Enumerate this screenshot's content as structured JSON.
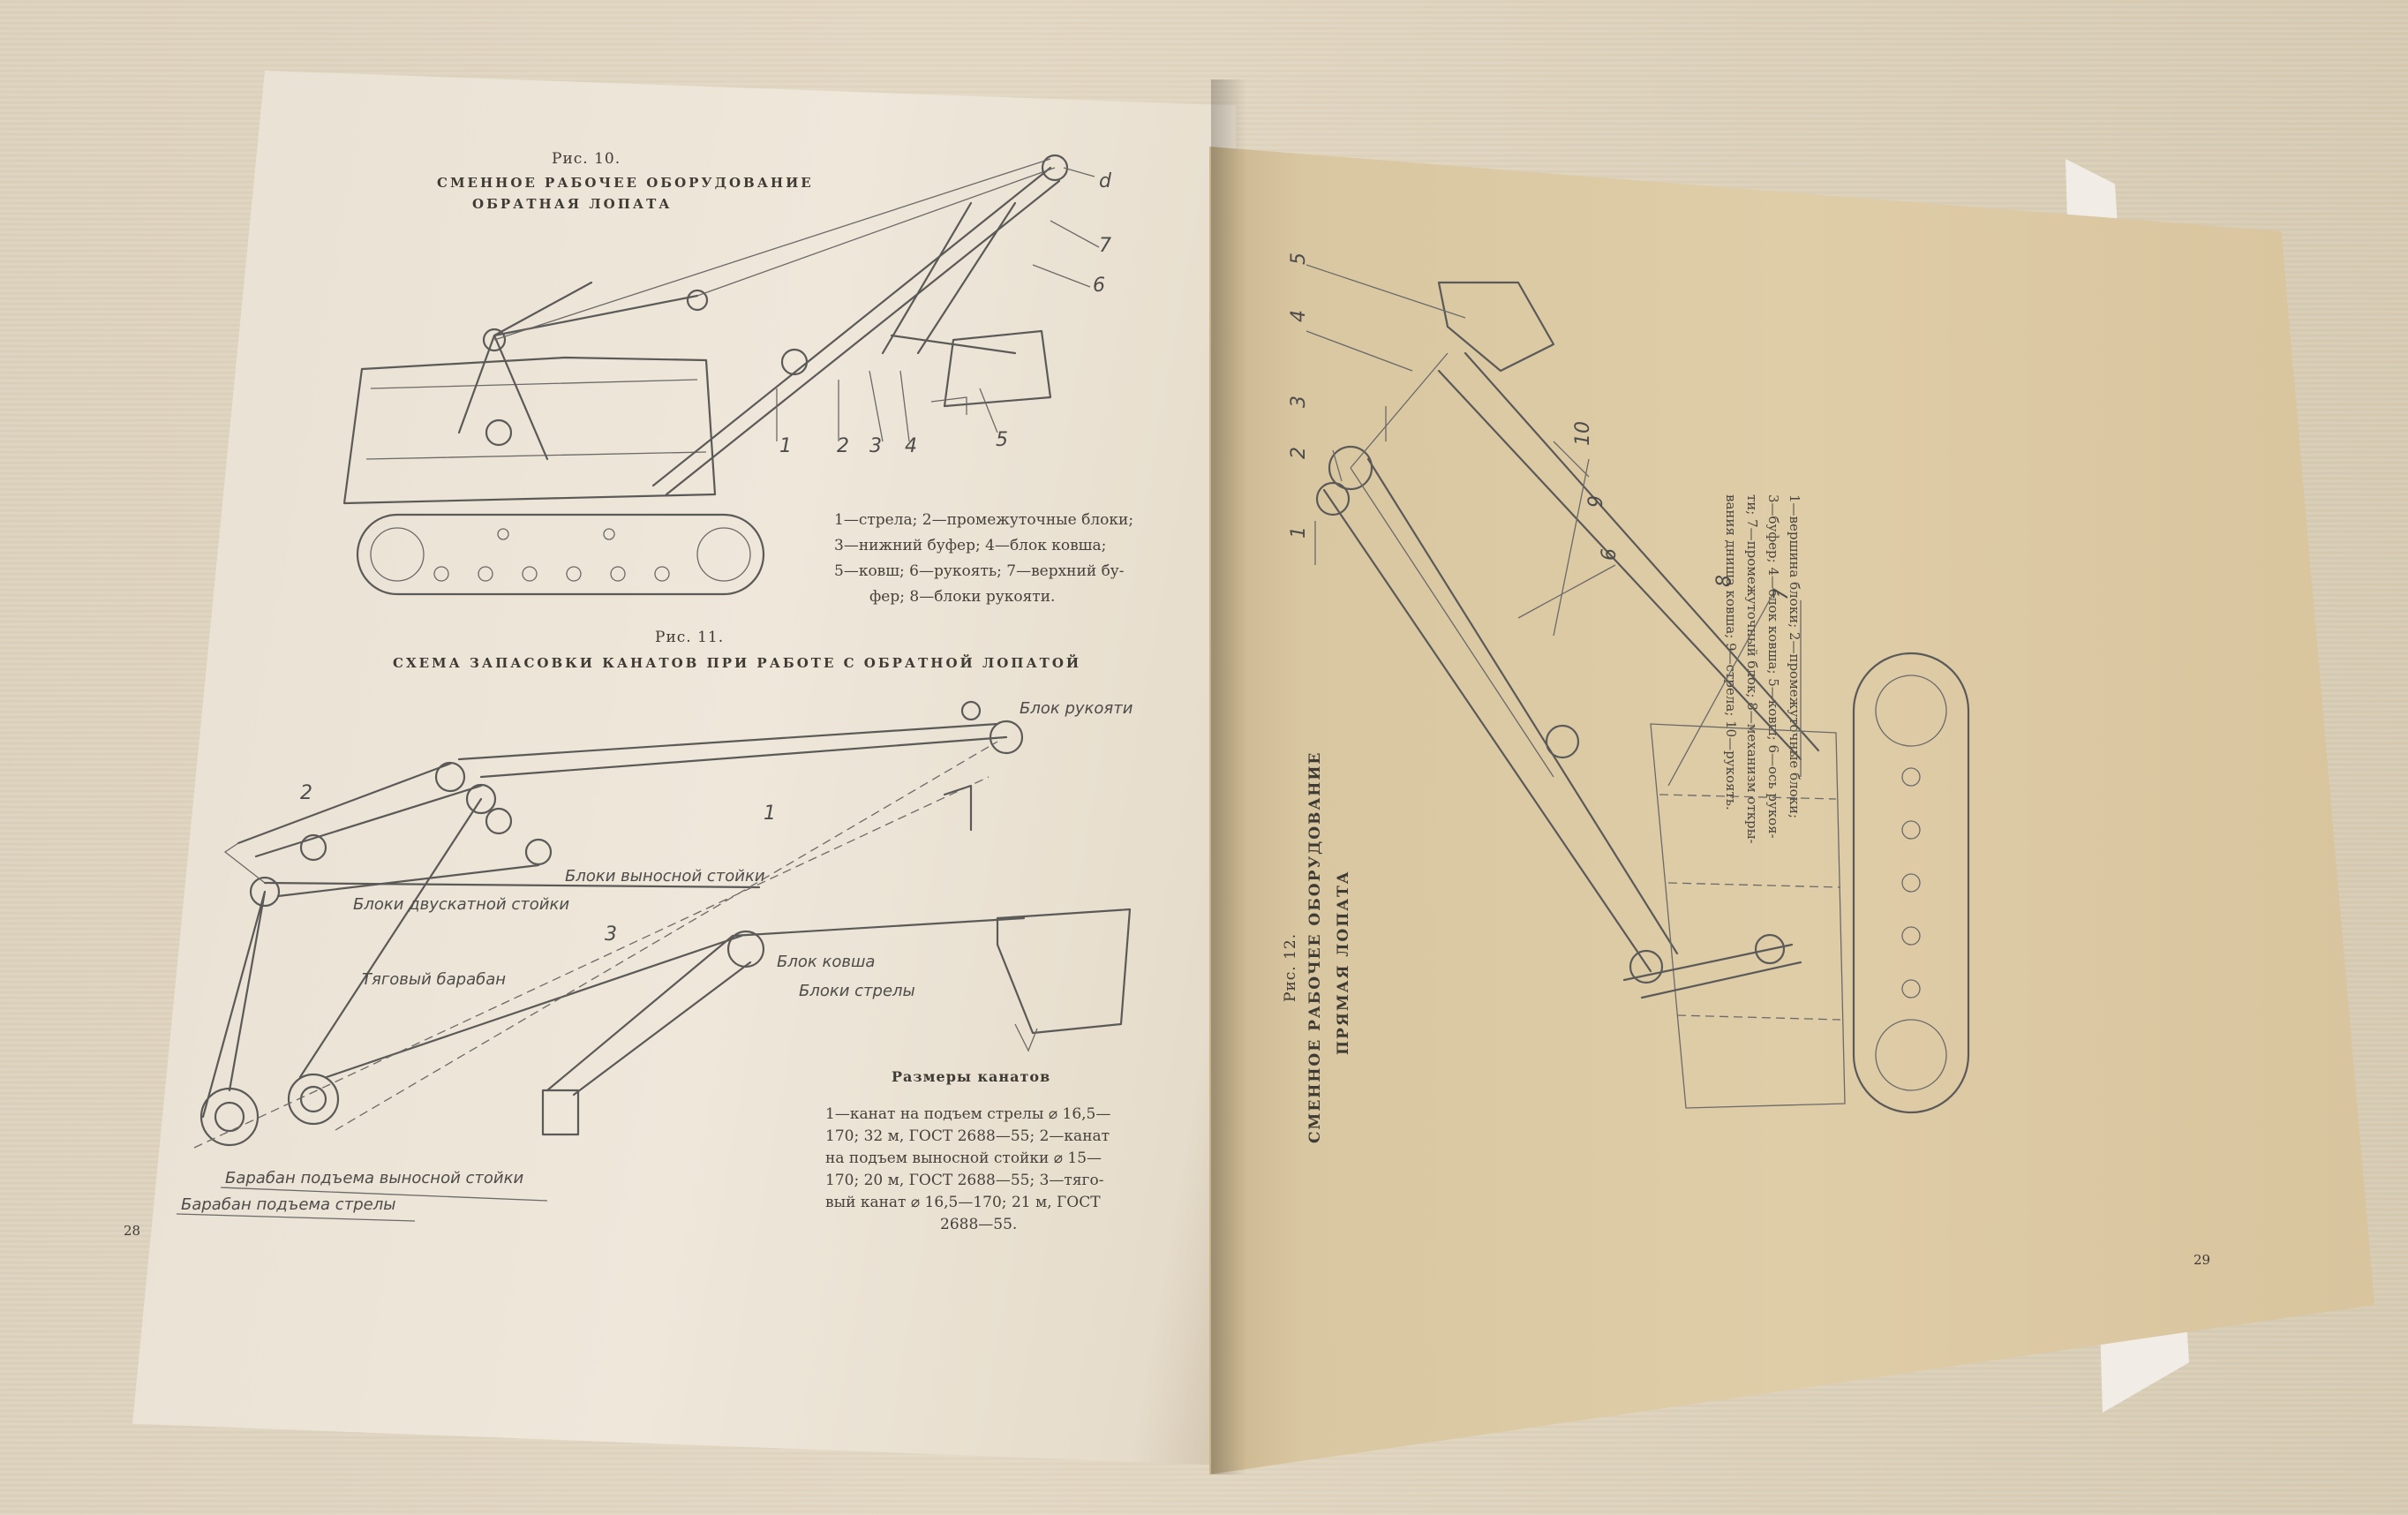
{
  "left_page": {
    "fig10": {
      "number": "Рис. 10.",
      "title_line1": "СМЕННОЕ РАБОЧЕЕ ОБОРУДОВАНИЕ",
      "title_line2": "ОБРАТНАЯ ЛОПАТА",
      "callouts": [
        "1",
        "2",
        "3",
        "4",
        "5",
        "6",
        "7",
        "d"
      ],
      "legend": [
        "1—стрела; 2—промежуточные блоки;",
        "3—нижний буфер; 4—блок ковша;",
        "5—ковш; 6—рукоять; 7—верхний бу-",
        "фер; 8—блоки рукояти."
      ]
    },
    "fig11": {
      "number": "Рис. 11.",
      "title": "СХЕМА ЗАПАСОВКИ КАНАТОВ ПРИ РАБОТЕ С ОБРАТНОЙ ЛОПАТОЙ",
      "callouts": [
        "1",
        "2",
        "3"
      ],
      "labels": {
        "blok_rukoyati": "Блок рукояти",
        "bloki_vynosnoy": "Блоки выносной стойки",
        "bloki_dvuskatnoy": "Блоки двускатной стойки",
        "tyagovyi_baraban": "Тяговый барабан",
        "blok_kovsha": "Блок ковша",
        "bloki_strely": "Блоки стрелы",
        "baraban_vynosnoy": "Барабан подъема выносной стойки",
        "baraban_strely": "Барабан подъема стрелы"
      }
    },
    "ropes": {
      "heading": "Размеры канатов",
      "lines": [
        "1—канат на подъем стрелы ⌀ 16,5—",
        "170; 32 м, ГОСТ 2688—55; 2—канат",
        "на подъем выносной стойки ⌀ 15—",
        "170; 20 м, ГОСТ 2688—55; 3—тяго-",
        "вый канат ⌀ 16,5—170; 21 м, ГОСТ",
        "2688—55."
      ]
    },
    "page_number": "28"
  },
  "right_page": {
    "fig12": {
      "number": "Рис. 12.",
      "title_line1": "СМЕННОЕ РАБОЧЕЕ ОБОРУДОВАНИЕ",
      "title_line2": "ПРЯМАЯ ЛОПАТА",
      "callouts": [
        "1",
        "2",
        "3",
        "4",
        "5",
        "6",
        "7",
        "8",
        "9",
        "10"
      ],
      "legend": [
        "1—вершина блоки; 2—промежуточные блоки;",
        "3—буфер; 4—блок ковша; 5—ковш; 6—ось рукоя-",
        "ти; 7—промежуточный блок; 8—механизм откры-",
        "вания днища ковша; 9—стрела; 10—рукоять."
      ]
    },
    "page_number": "29"
  },
  "colors": {
    "left_paper": "#eee7da",
    "right_paper": "#dfcda8",
    "ink": "#5b5a58",
    "text": "#3e3a34",
    "table": "#ddd2bd"
  }
}
